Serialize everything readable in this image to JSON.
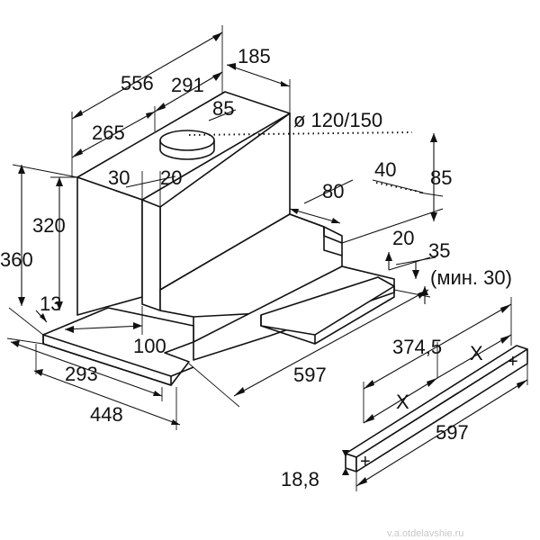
{
  "dimensions": {
    "d556": "556",
    "d291": "291",
    "d185": "185",
    "d265": "265",
    "d85_top": "85",
    "d_diameter": "ø 120/150",
    "d30": "30",
    "d20_top": "20",
    "d320": "320",
    "d360": "360",
    "d13": "13",
    "d100": "100",
    "d293": "293",
    "d448": "448",
    "d597_main": "597",
    "d80": "80",
    "d40": "40",
    "d85_right": "85",
    "d20_right": "20",
    "d35": "35",
    "d_min30": "(мин. 30)",
    "d374_5": "374,5",
    "dX1": "X",
    "dX2": "X",
    "d597_panel": "597",
    "d18_8": "18,8"
  },
  "panel_marks": {
    "plus_left": "+",
    "plus_right": "+"
  },
  "watermark": "v.a.otdelavshie.ru"
}
